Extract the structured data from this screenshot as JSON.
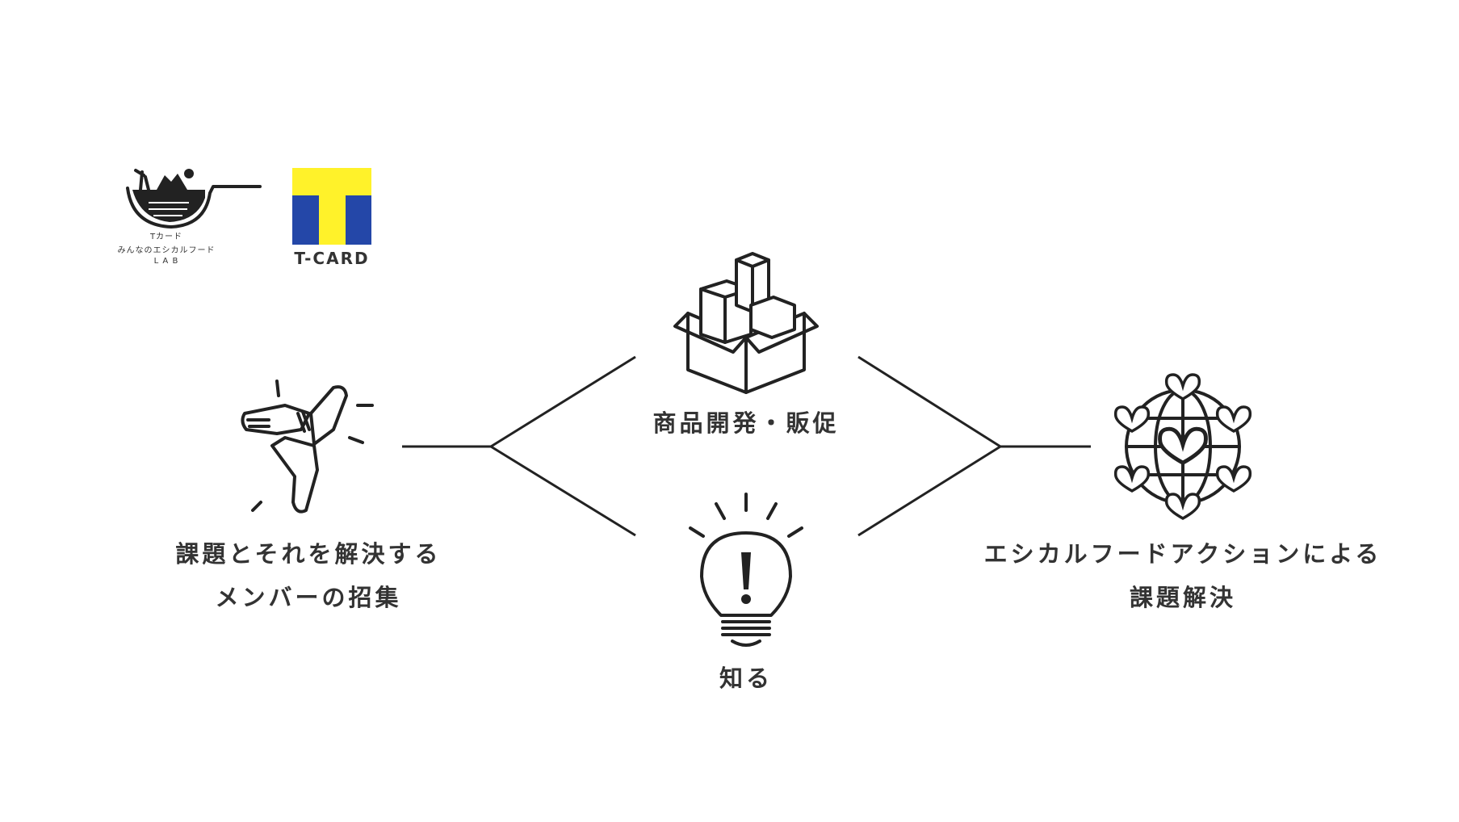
{
  "logos": {
    "lab_logo": {
      "line1": "Tカード",
      "line2": "みんなのエシカルフード",
      "line3": "L A B"
    },
    "tcard_logo": {
      "text": "T-CARD",
      "colors": {
        "yellow": "#FFF22A",
        "blue": "#2447A8"
      }
    }
  },
  "nodes": {
    "members": {
      "line1": "課題とそれを解決する",
      "line2": "メンバーの招集",
      "icon": "joined-hands-icon"
    },
    "product": {
      "label": "商品開発・販促",
      "icon": "boxes-icon"
    },
    "know": {
      "label": "知る",
      "icon": "lightbulb-icon"
    },
    "solve": {
      "line1": "エシカルフードアクションによる",
      "line2": "課題解決",
      "icon": "globe-hearts-icon"
    }
  }
}
